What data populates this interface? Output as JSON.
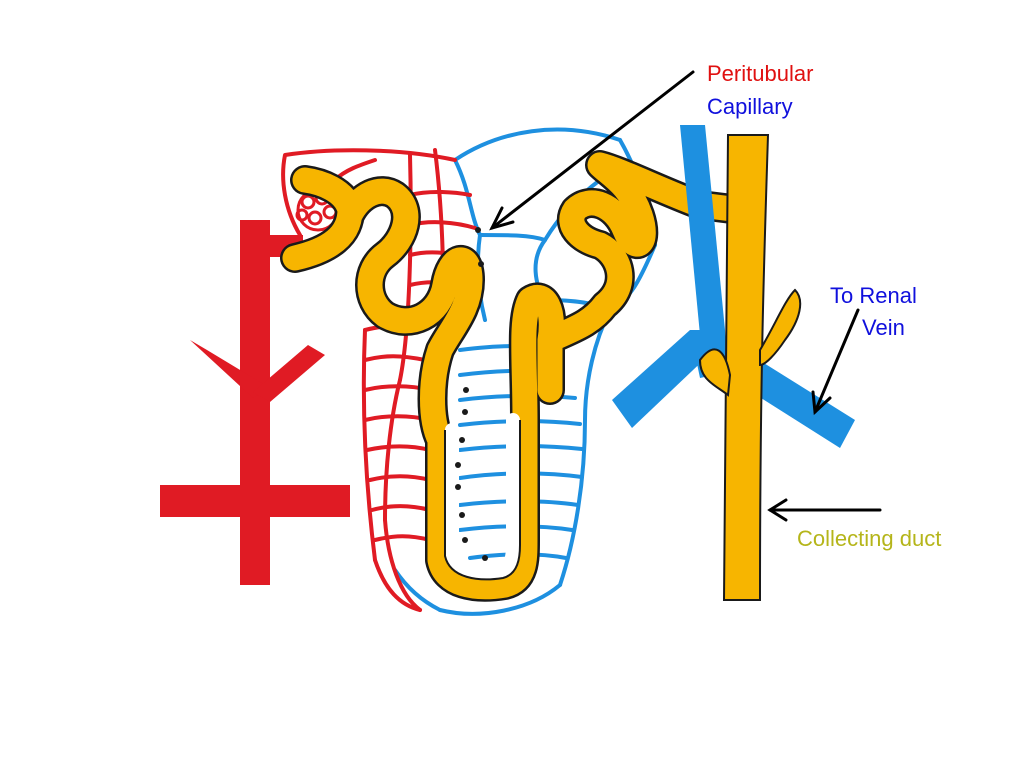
{
  "labels": {
    "peritubular": "Peritubular",
    "capillary": "Capillary",
    "to_renal": "To Renal",
    "vein": "Vein",
    "collecting_duct": "Collecting duct"
  },
  "colors": {
    "artery": "#e01b24",
    "vein": "#1e90e0",
    "tubule": "#f7b500",
    "outline": "#1a1a1a",
    "label_red": "#e01010",
    "label_blue": "#1010dd",
    "label_gold": "#b5b51a",
    "arrow": "#000000"
  }
}
